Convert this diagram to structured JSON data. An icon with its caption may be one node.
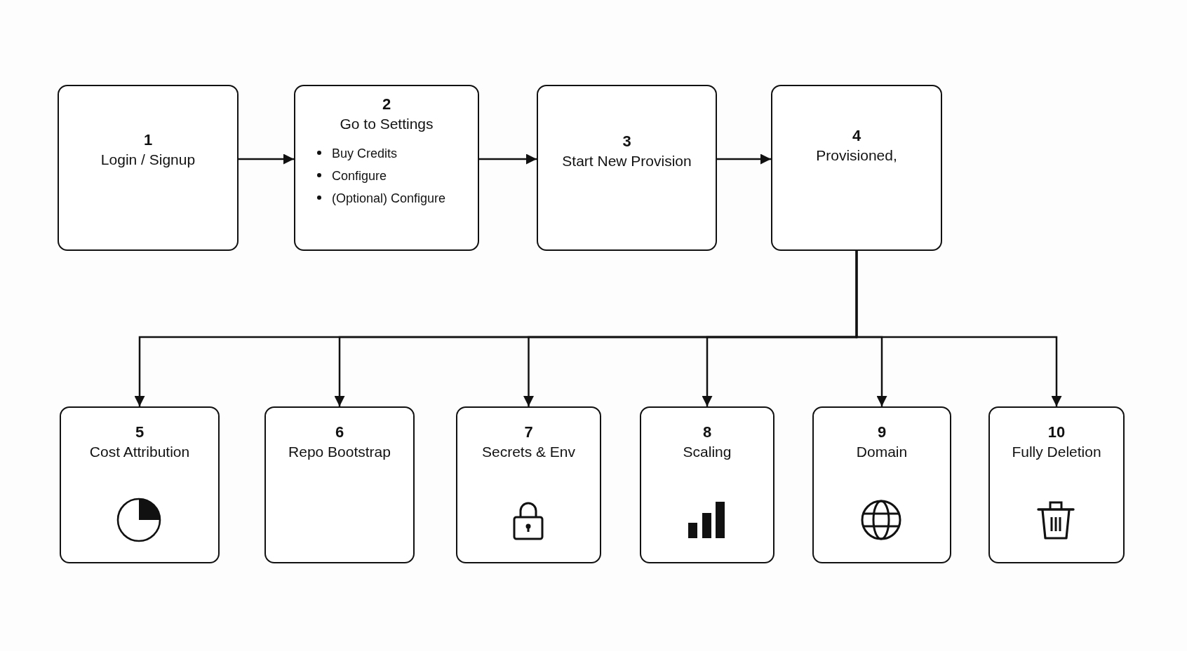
{
  "diagram": {
    "nodes": [
      {
        "text": [
          "1",
          "Login / Signup"
        ]
      },
      {
        "text": [
          "2",
          "Go to Settings",
          "Buy Credits",
          "Configure",
          "(Optional) Configure"
        ]
      },
      {
        "text": [
          "3",
          "Start New Provision"
        ]
      },
      {
        "text": [
          "4",
          "Provisioned,"
        ]
      },
      {
        "text": [
          "5",
          "Cost Attribution"
        ]
      },
      {
        "text": [
          "6",
          "Repo Bootstrap"
        ]
      },
      {
        "text": [
          "7",
          "Secrets & Env"
        ]
      },
      {
        "text": [
          "8",
          "Scaling"
        ]
      },
      {
        "text": [
          "9",
          "Domain"
        ]
      },
      {
        "text": [
          "10",
          "Fully Deletion"
        ]
      }
    ],
    "edges": [
      {
        "from": 0,
        "to": 1,
        "arrow": "to"
      },
      {
        "from": 1,
        "to": 2,
        "arrow": "to"
      },
      {
        "from": 2,
        "to": 3,
        "arrow": "to"
      },
      {
        "from": 3,
        "to": 4,
        "arrow": "to"
      },
      {
        "from": 3,
        "to": 5,
        "arrow": "to"
      },
      {
        "from": 3,
        "to": 6,
        "arrow": "to"
      },
      {
        "from": 3,
        "to": 7,
        "arrow": "to"
      },
      {
        "from": 3,
        "to": 8,
        "arrow": "to"
      },
      {
        "from": 3,
        "to": 9,
        "arrow": "to"
      }
    ]
  }
}
